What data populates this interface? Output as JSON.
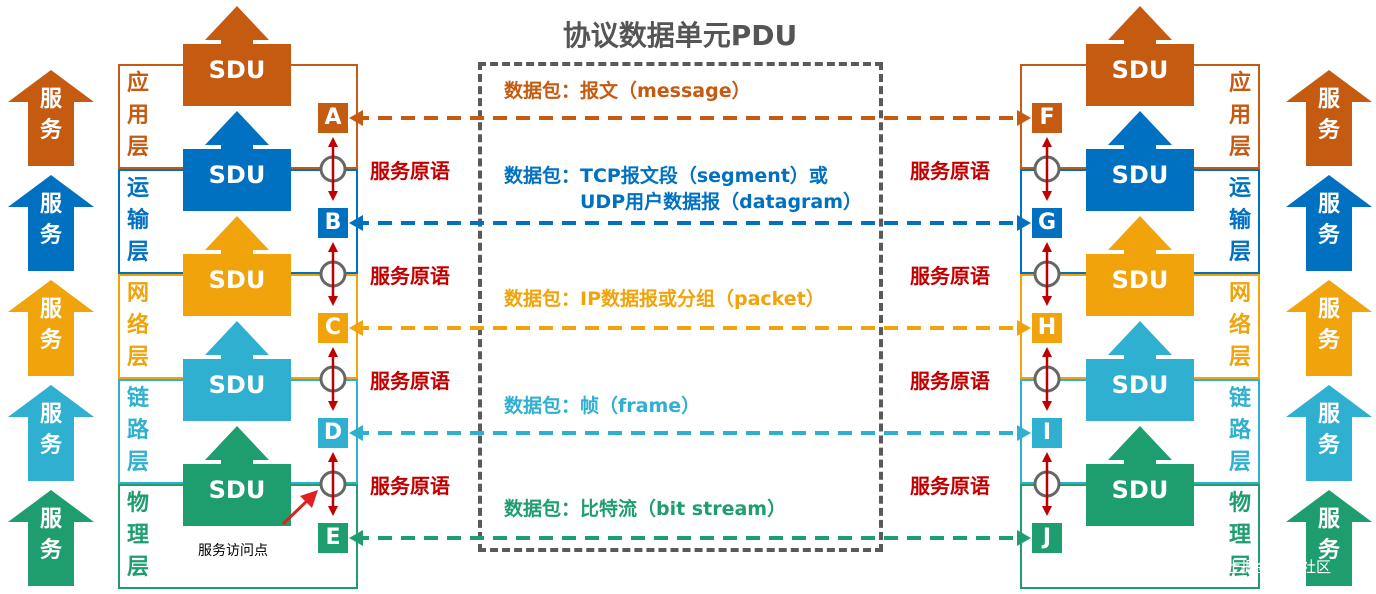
{
  "title": "协议数据单元PDU",
  "sdu_label": "SDU",
  "service_label": "服务",
  "primitive_label": "服务原语",
  "sap_label": "服务访问点",
  "watermark": "@稀土掘金技术社区",
  "layers": [
    {
      "name": "应用层",
      "chars": [
        "应",
        "用",
        "层"
      ],
      "color": "#c55a11",
      "left_node": "A",
      "right_node": "F",
      "pdu_lines": [
        "数据包：报文（message）"
      ]
    },
    {
      "name": "运输层",
      "chars": [
        "运",
        "输",
        "层"
      ],
      "color": "#0070c0",
      "left_node": "B",
      "right_node": "G",
      "pdu_lines": [
        "数据包：TCP报文段（segment）或",
        "UDP用户数据报（datagram）"
      ]
    },
    {
      "name": "网络层",
      "chars": [
        "网",
        "络",
        "层"
      ],
      "color": "#f0a30a",
      "left_node": "C",
      "right_node": "H",
      "pdu_lines": [
        "数据包：IP数据报或分组（packet）"
      ]
    },
    {
      "name": "链路层",
      "chars": [
        "链",
        "路",
        "层"
      ],
      "color": "#30b0d0",
      "left_node": "D",
      "right_node": "I",
      "pdu_lines": [
        "数据包：帧（frame）"
      ]
    },
    {
      "name": "物理层",
      "chars": [
        "物",
        "理",
        "层"
      ],
      "color": "#1e9e6e",
      "left_node": "E",
      "right_node": "J",
      "pdu_lines": [
        "数据包：比特流（bit stream）"
      ]
    }
  ],
  "colors": {
    "primitive": "#c00000",
    "pdu_border": "#5a5a5a",
    "sap_pointer": "#e02020"
  }
}
